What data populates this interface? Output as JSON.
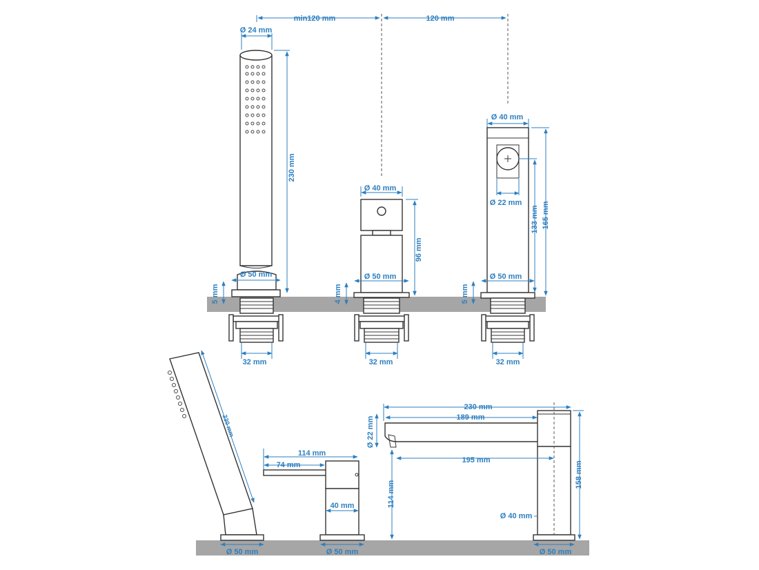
{
  "colors": {
    "dimension": "#2d7fc0",
    "outline": "#333333",
    "deck": "#a6a6a6"
  },
  "labels": {
    "min120": "min120 mm",
    "spacing120": "120 mm",
    "shower_dia": "Ø 24 mm",
    "shower_len": "230 mm",
    "shower_base": "Ø 50 mm",
    "shower_plinth": "5 mm",
    "shower_thread": "32 mm",
    "mixer_dia": "Ø 40 mm",
    "mixer_height": "96 mm",
    "mixer_base": "Ø 50 mm",
    "mixer_plinth": "4 mm",
    "mixer_thread": "32 mm",
    "spout_dia": "Ø 40 mm",
    "spout_outlet": "Ø 22 mm",
    "spout_133": "133 mm",
    "spout_165": "165 mm",
    "spout_base": "Ø 50 mm",
    "spout_plinth": "5 mm",
    "spout_thread": "32 mm",
    "side_hand_len": "230 mm",
    "side_hand_base": "Ø 50 mm",
    "side_mixer_114": "114 mm",
    "side_mixer_74": "74 mm",
    "side_mixer_40": "40 mm",
    "side_mixer_base": "Ø 50 mm",
    "side_spout_230": "230 mm",
    "side_spout_189": "189 mm",
    "side_spout_195": "195 mm",
    "side_spout_22": "Ø 22 mm",
    "side_spout_114": "114 mm",
    "side_spout_158": "158 mm",
    "side_spout_40": "Ø 40 mm",
    "side_spout_base": "Ø 50 mm"
  }
}
